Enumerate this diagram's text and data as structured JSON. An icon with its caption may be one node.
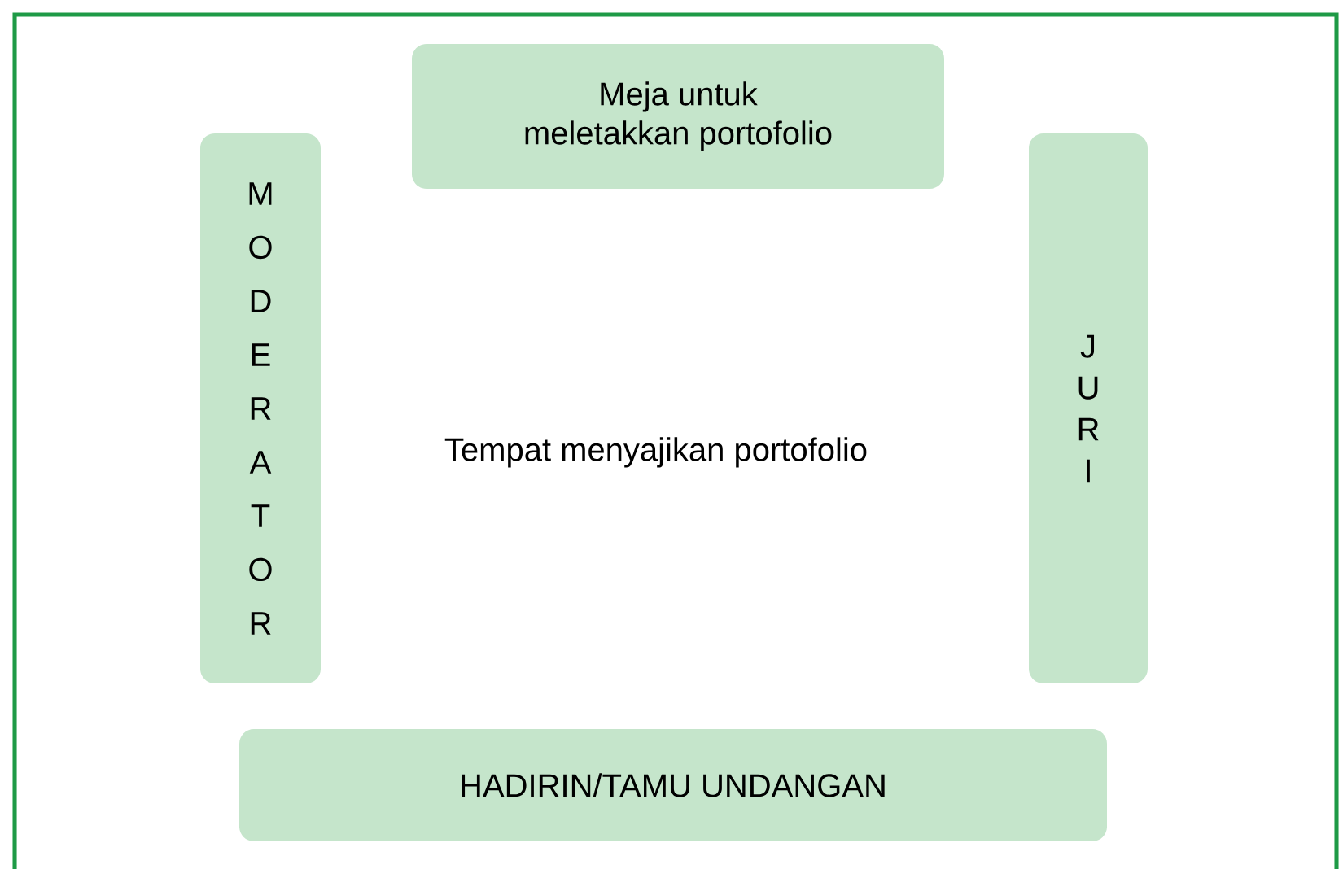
{
  "diagram": {
    "nodes": [
      {
        "text": [
          "Meja untuk meletakkan portofolio"
        ]
      },
      {
        "text": [
          "MODERATOR"
        ]
      },
      {
        "text": [
          "JURI"
        ]
      },
      {
        "text": [
          "HADIRIN/TAMU UNDANGAN"
        ]
      }
    ],
    "labels": [
      "Tempat menyajikan portofolio"
    ]
  }
}
